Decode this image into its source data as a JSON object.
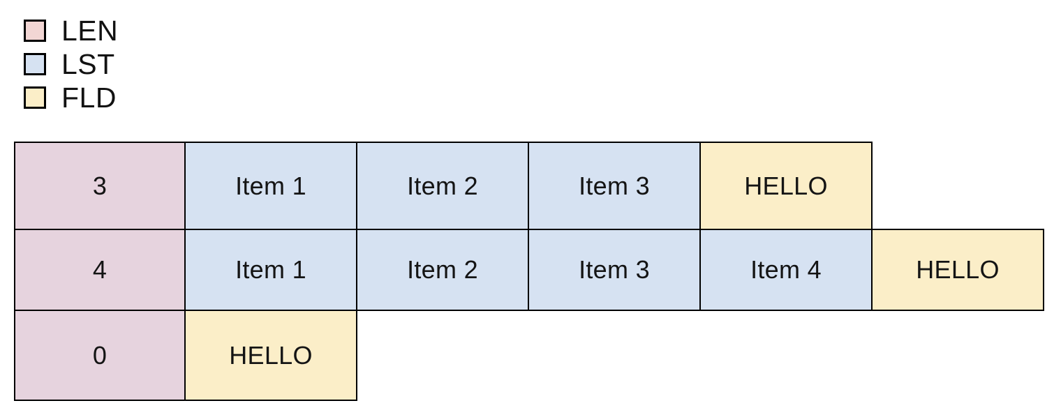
{
  "legend": {
    "items": [
      {
        "label": "LEN",
        "color": "#f2d6d4",
        "border": "#000000",
        "icon": "square-swatch-icon"
      },
      {
        "label": "LST",
        "color": "#d6e2f2",
        "border": "#000000",
        "icon": "square-swatch-icon"
      },
      {
        "label": "FLD",
        "color": "#fbeec8",
        "border": "#000000",
        "icon": "square-swatch-icon"
      }
    ]
  },
  "palette": {
    "len_fill": "#e6d3de",
    "lst_fill": "#d6e2f2",
    "fld_fill": "#fbeec8",
    "stroke": "#000000",
    "background": "#ffffff",
    "text": "#141414"
  },
  "table": {
    "rows": [
      {
        "row_height_class": "row-h-1",
        "cells": [
          {
            "text": "3",
            "kind": "LEN",
            "fill": "#e6d3de",
            "width_class": "w-len"
          },
          {
            "text": "Item 1",
            "kind": "LST",
            "fill": "#d6e2f2",
            "width_class": "w-std"
          },
          {
            "text": "Item 2",
            "kind": "LST",
            "fill": "#d6e2f2",
            "width_class": "w-std"
          },
          {
            "text": "Item 3",
            "kind": "LST",
            "fill": "#d6e2f2",
            "width_class": "w-std"
          },
          {
            "text": "HELLO",
            "kind": "FLD",
            "fill": "#fbeec8",
            "width_class": "w-std"
          }
        ]
      },
      {
        "row_height_class": "row-h-2",
        "cells": [
          {
            "text": "4",
            "kind": "LEN",
            "fill": "#e6d3de",
            "width_class": "w-len"
          },
          {
            "text": "Item 1",
            "kind": "LST",
            "fill": "#d6e2f2",
            "width_class": "w-std"
          },
          {
            "text": "Item 2",
            "kind": "LST",
            "fill": "#d6e2f2",
            "width_class": "w-std"
          },
          {
            "text": "Item 3",
            "kind": "LST",
            "fill": "#d6e2f2",
            "width_class": "w-std"
          },
          {
            "text": "Item 4",
            "kind": "LST",
            "fill": "#d6e2f2",
            "width_class": "w-std"
          },
          {
            "text": "HELLO",
            "kind": "FLD",
            "fill": "#fbeec8",
            "width_class": "w-std"
          }
        ]
      },
      {
        "row_height_class": "row-h-3",
        "cells": [
          {
            "text": "0",
            "kind": "LEN",
            "fill": "#e6d3de",
            "width_class": "w-len"
          },
          {
            "text": "HELLO",
            "kind": "FLD",
            "fill": "#fbeec8",
            "width_class": "w-std"
          }
        ]
      }
    ]
  }
}
